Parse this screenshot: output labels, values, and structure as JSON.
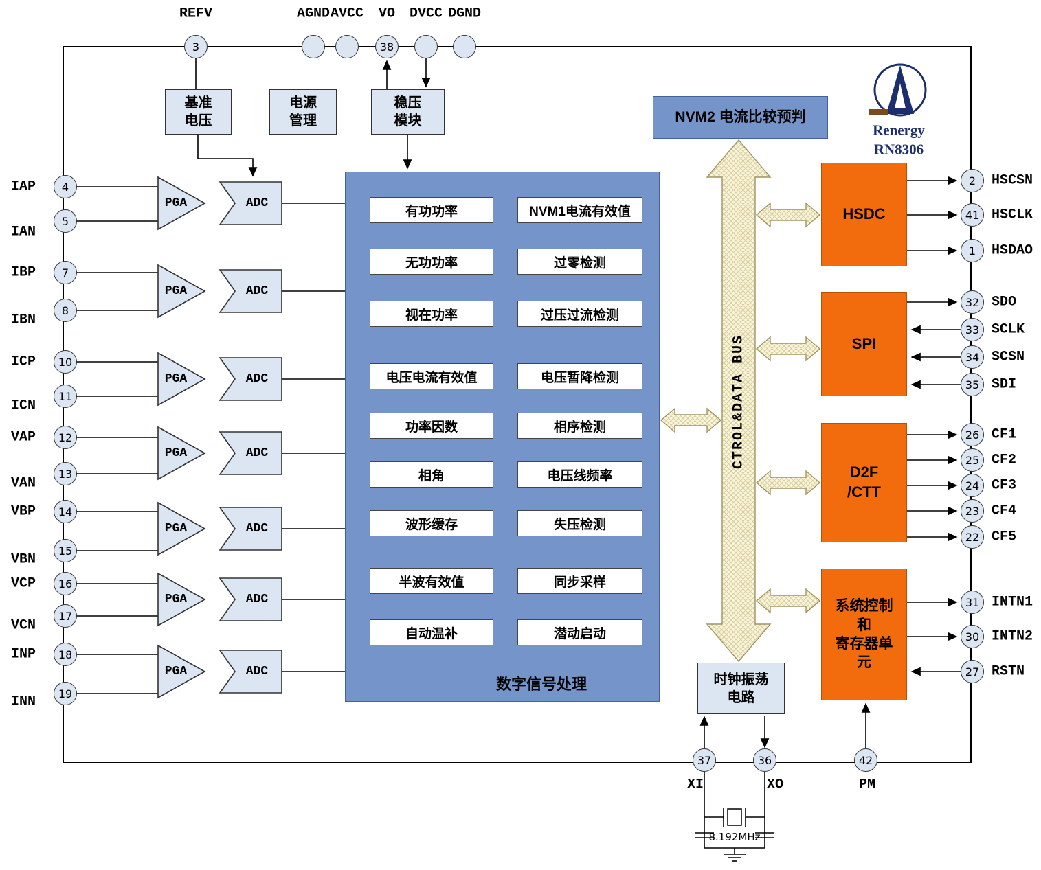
{
  "logo": {
    "brand": "Renergy",
    "model": "RN8306"
  },
  "blocks": {
    "ref_voltage": "基准\n电压",
    "power_mgmt": "电源\n管理",
    "regulator": "稳压\n模块",
    "nvm2": "NVM2 电流比较预判",
    "dsp_caption": "数字信号处理",
    "bus": "CTROL&DATA BUS",
    "hsdc": "HSDC",
    "spi": "SPI",
    "d2f": "D2F\n/CTT",
    "sysctrl": "系统控制\n和\n寄存器单\n元",
    "clock": "时钟振荡\n电路",
    "pga": "PGA",
    "adc": "ADC"
  },
  "dsp": {
    "left_boxes": [
      "有功功率",
      "无功功率",
      "视在功率",
      "电压电流有效值",
      "功率因数",
      "相角",
      "波形缓存",
      "半波有效值",
      "自动温补"
    ],
    "right_boxes": [
      "NVM1电流有效值",
      "过零检测",
      "过压过流检测",
      "电压暂降检测",
      "相序检测",
      "电压线频率",
      "失压检测",
      "同步采样",
      "潜动启动"
    ]
  },
  "pins": {
    "top": [
      {
        "label": "REFV",
        "num": "3"
      },
      {
        "label": "AGND",
        "num": ""
      },
      {
        "label": "AVCC",
        "num": ""
      },
      {
        "label": "VO",
        "num": "38"
      },
      {
        "label": "DVCC",
        "num": ""
      },
      {
        "label": "DGND",
        "num": ""
      }
    ],
    "left": [
      {
        "label": "IAP",
        "num": "4"
      },
      {
        "label": "IAN",
        "num": "5"
      },
      {
        "label": "IBP",
        "num": "7"
      },
      {
        "label": "IBN",
        "num": "8"
      },
      {
        "label": "ICP",
        "num": "10"
      },
      {
        "label": "ICN",
        "num": "11"
      },
      {
        "label": "VAP",
        "num": "12"
      },
      {
        "label": "VAN",
        "num": "13"
      },
      {
        "label": "VBP",
        "num": "14"
      },
      {
        "label": "VBN",
        "num": "15"
      },
      {
        "label": "VCP",
        "num": "16"
      },
      {
        "label": "VCN",
        "num": "17"
      },
      {
        "label": "INP",
        "num": "18"
      },
      {
        "label": "INN",
        "num": "19"
      }
    ],
    "right": [
      {
        "label": "HSCSN",
        "num": "2"
      },
      {
        "label": "HSCLK",
        "num": "41"
      },
      {
        "label": "HSDAO",
        "num": "1"
      },
      {
        "label": "SDO",
        "num": "32"
      },
      {
        "label": "SCLK",
        "num": "33"
      },
      {
        "label": "SCSN",
        "num": "34"
      },
      {
        "label": "SDI",
        "num": "35"
      },
      {
        "label": "CF1",
        "num": "26"
      },
      {
        "label": "CF2",
        "num": "25"
      },
      {
        "label": "CF3",
        "num": "24"
      },
      {
        "label": "CF4",
        "num": "23"
      },
      {
        "label": "CF5",
        "num": "22"
      },
      {
        "label": "INTN1",
        "num": "31"
      },
      {
        "label": "INTN2",
        "num": "30"
      },
      {
        "label": "RSTN",
        "num": "27"
      }
    ],
    "bottom": [
      {
        "label": "XI",
        "num": "37"
      },
      {
        "label": "XO",
        "num": "36"
      },
      {
        "label": "PM",
        "num": "42"
      }
    ]
  },
  "crystal": {
    "freq": "8.192MHz"
  },
  "colors": {
    "block_blue": "#7494ca",
    "light_blue": "#dce6f2",
    "orange": "#f26c0d",
    "bus_fill": "#faf5dd",
    "logo_navy": "#1c2e6b"
  }
}
